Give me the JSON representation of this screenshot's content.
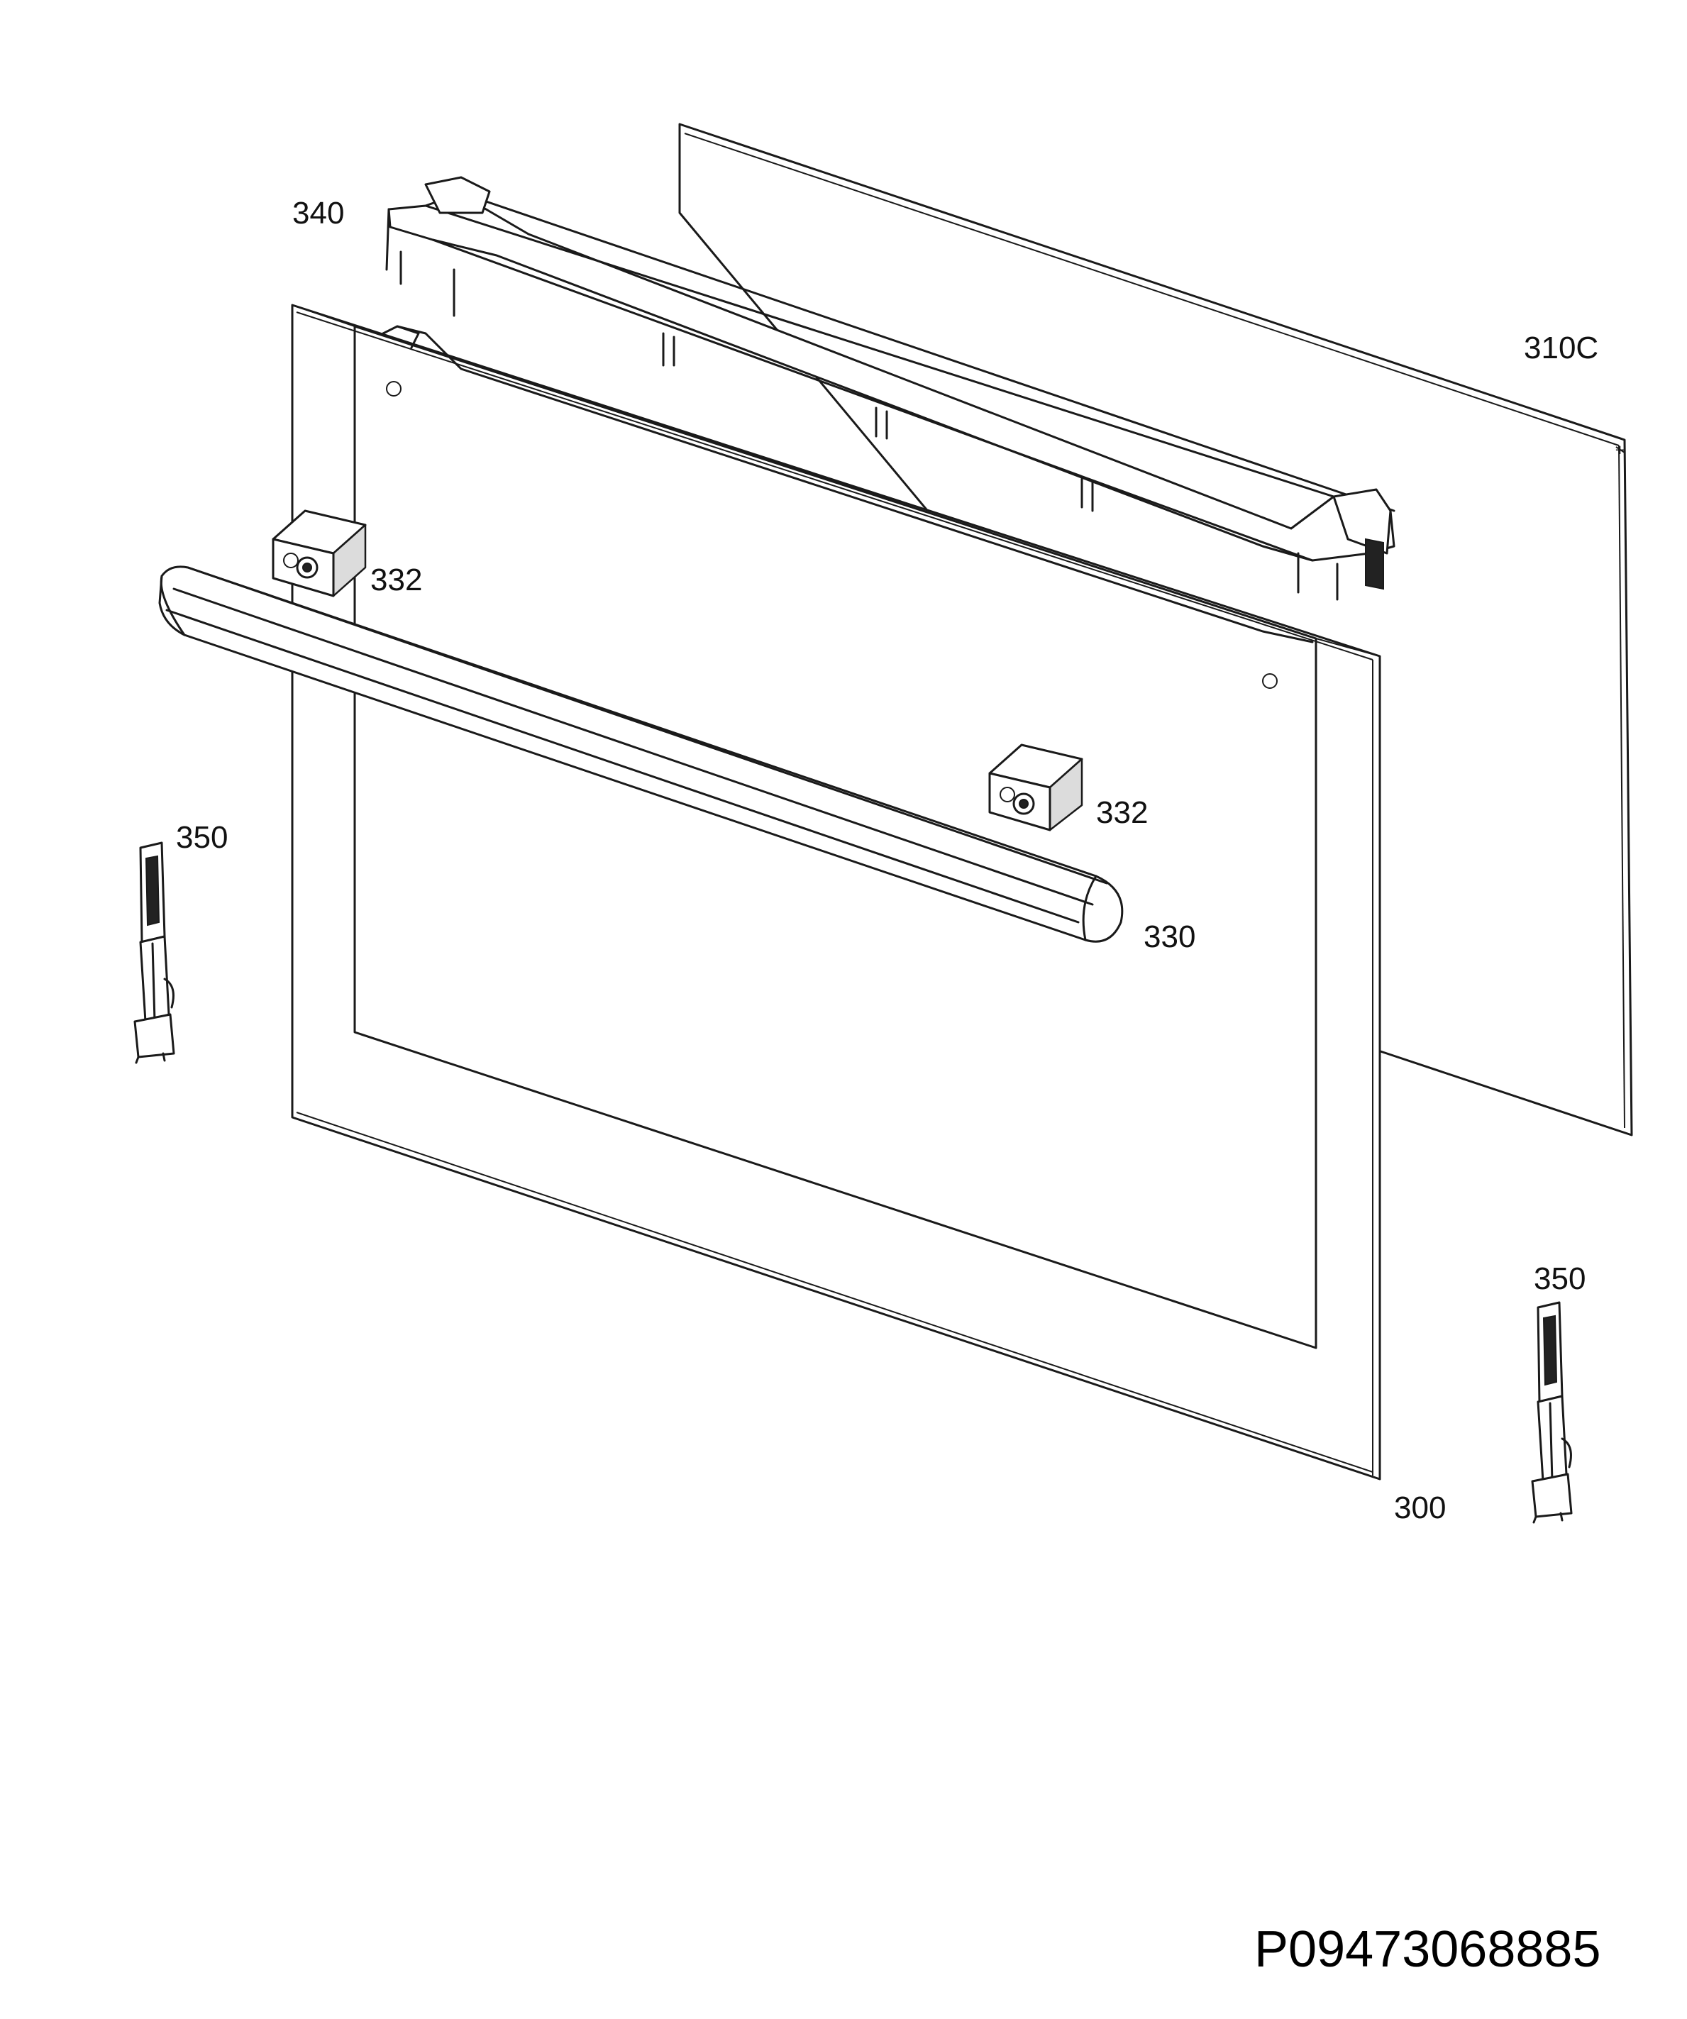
{
  "callouts": {
    "p340": "340",
    "p310c": "310C",
    "p332_left": "332",
    "p332_right": "332",
    "p330": "330",
    "p350_left": "350",
    "p350_right": "350",
    "p300": "300"
  },
  "document_number": "P09473068885"
}
